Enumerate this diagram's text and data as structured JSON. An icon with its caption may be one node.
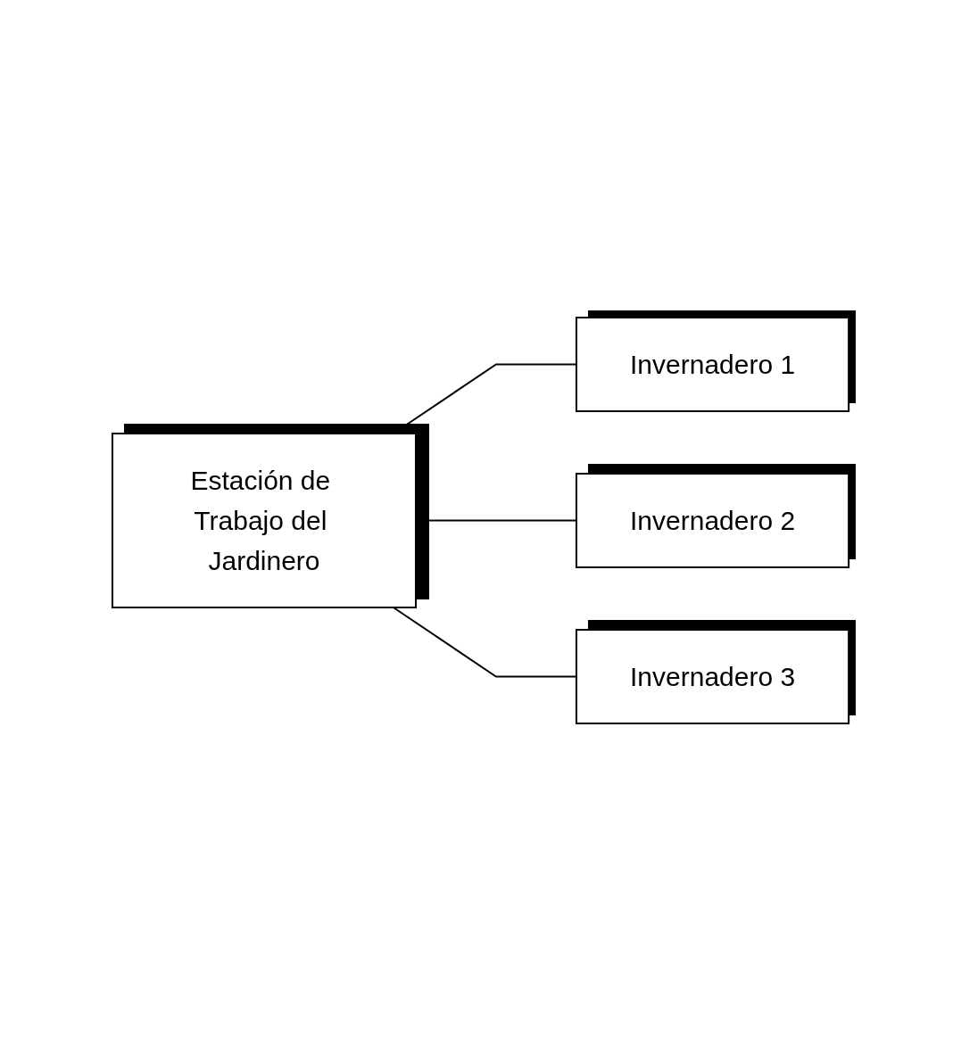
{
  "diagram": {
    "nodes": [
      {
        "text": [
          "Estación de Trabajo del Jardinero"
        ]
      },
      {
        "text": [
          "Invernadero 1"
        ]
      },
      {
        "text": [
          "Invernadero 2"
        ]
      },
      {
        "text": [
          "Invernadero 3"
        ]
      }
    ],
    "edges": [
      {
        "from": 0,
        "to": 1,
        "arrow": "none"
      },
      {
        "from": 0,
        "to": 2,
        "arrow": "none"
      },
      {
        "from": 0,
        "to": 3,
        "arrow": "none"
      }
    ]
  }
}
